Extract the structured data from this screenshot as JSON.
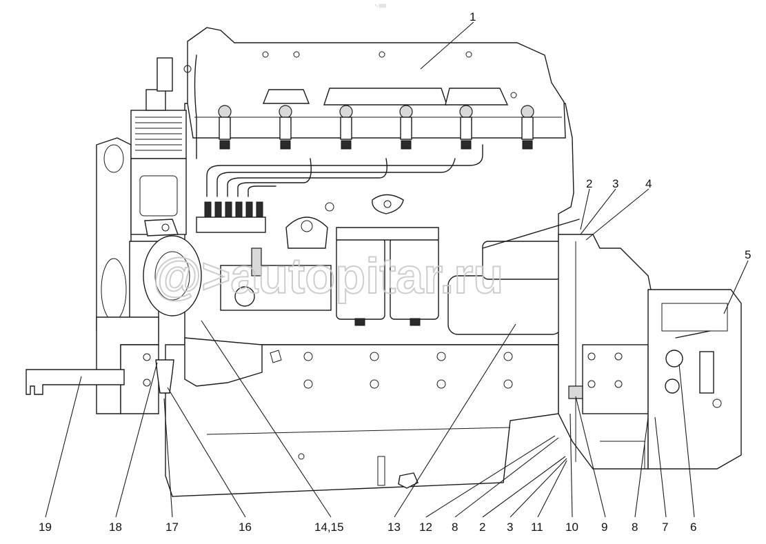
{
  "watermark": "@>autopitar.ru",
  "corner_mark": "⁰₀ ▒▒▒",
  "callouts": [
    "1",
    "2",
    "3",
    "4",
    "5",
    "6",
    "7",
    "8",
    "9",
    "10",
    "11",
    "3",
    "2",
    "8",
    "12",
    "13",
    "14,15",
    "16",
    "17",
    "18",
    "19"
  ],
  "bottom_labels": [
    "19",
    "18",
    "17",
    "16",
    "14,15",
    "13",
    "12",
    "8",
    "2",
    "3",
    "11",
    "10",
    "9",
    "8",
    "7",
    "6"
  ],
  "top_labels": [
    "1",
    "2",
    "3",
    "4",
    "5"
  ]
}
